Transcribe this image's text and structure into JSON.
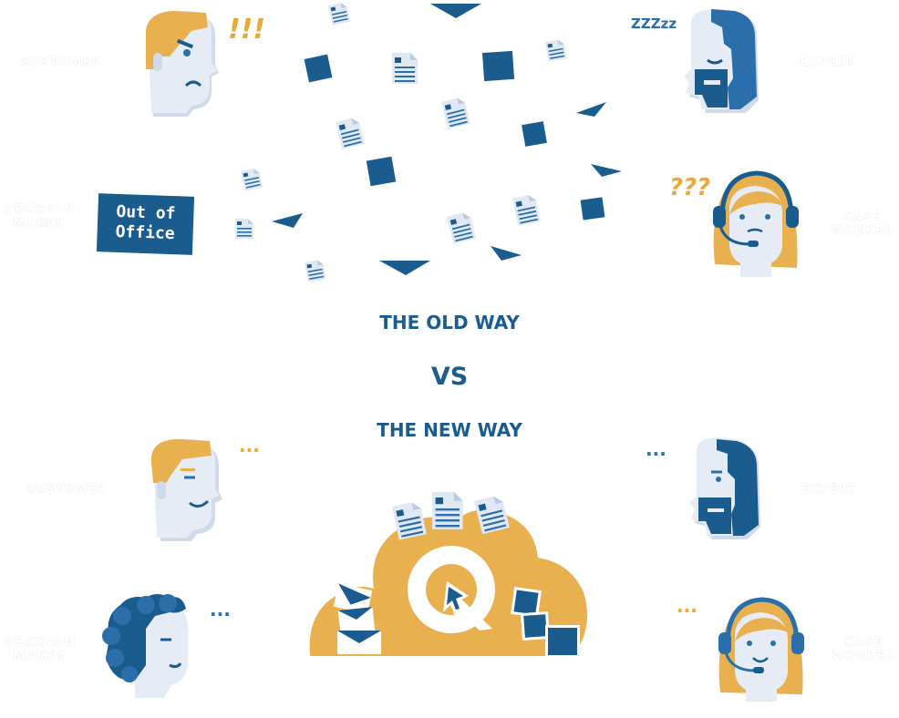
{
  "headings": {
    "old_way": "THE OLD WAY",
    "vs": "VS",
    "new_way": "THE NEW WAY"
  },
  "roles": {
    "customer_top": "CUSTOMER",
    "expert_top": "EXPERT",
    "decision_maker_top": "DECISION\nMAKER",
    "case_worker_top": "CASE\nWORKER",
    "customer_bottom": "CUSTOMER",
    "expert_bottom": "EXPERT",
    "decision_maker_bottom": "DECISION\nMAKER",
    "case_worker_bottom": "CASE\nWORKER"
  },
  "sign": {
    "text": "Out of\nOffice"
  },
  "reactions": {
    "customer_old": "!!!",
    "expert_old": "ZZZzz",
    "case_worker_old": "???",
    "customer_new": "...",
    "expert_new": "...",
    "decision_maker_new": "...",
    "case_worker_new": "..."
  },
  "colors": {
    "brand_blue": "#1b5c8f",
    "accent_blue": "#2a6faa",
    "orange": "#e8b04f",
    "orange_text": "#e8a83a",
    "skin": "#e6ecf5",
    "role_text": "#ffffff"
  },
  "icons": [
    "document-icon",
    "envelope-icon",
    "square-tile-icon",
    "cloud-icon",
    "q-logo-icon",
    "headset-icon"
  ]
}
